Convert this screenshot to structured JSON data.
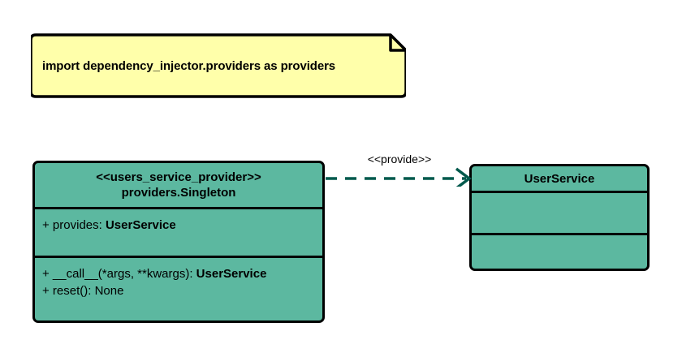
{
  "diagram": {
    "type": "uml-class-diagram",
    "background": "#ffffff"
  },
  "note": {
    "text": "import dependency_injector.providers as providers",
    "fill": "#ffffaa",
    "stroke": "#000000"
  },
  "classes": [
    {
      "id": "users_service_provider",
      "stereotype": "<<users_service_provider>>",
      "name": "providers.Singleton",
      "fill": "#5cb8a0",
      "stroke": "#000000",
      "attributes": [
        {
          "prefix": "+ provides: ",
          "type": "UserService"
        }
      ],
      "operations": [
        {
          "prefix": "+ __call__(*args, **kwargs): ",
          "type": "UserService"
        },
        {
          "prefix": "+ reset(): None",
          "type": ""
        }
      ]
    },
    {
      "id": "user_service",
      "stereotype": "",
      "name": "UserService",
      "fill": "#5cb8a0",
      "stroke": "#000000",
      "attributes": [],
      "operations": []
    }
  ],
  "relationship": {
    "label": "<<provide>>",
    "style": "dashed",
    "arrow": "open",
    "color": "#00594c",
    "from": "users_service_provider",
    "to": "user_service"
  }
}
